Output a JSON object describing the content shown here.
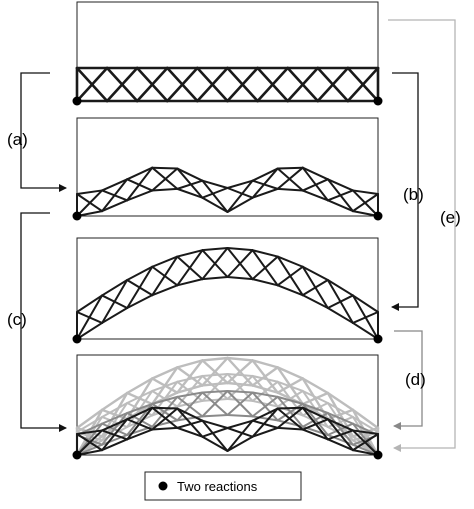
{
  "labels": {
    "a": "(a)",
    "b": "(b)",
    "c": "(c)",
    "d": "(d)",
    "e": "(e)"
  },
  "legend": {
    "text": "Two reactions"
  },
  "colors": {
    "truss": "#1a1a1a",
    "frame": "#222222",
    "arrow_black": "#111111",
    "arrow_gray": "#888888",
    "arrow_light": "#b5b5b5",
    "overlay_mid": "#8a8a8a",
    "overlay_light": "#bdbdbd"
  }
}
